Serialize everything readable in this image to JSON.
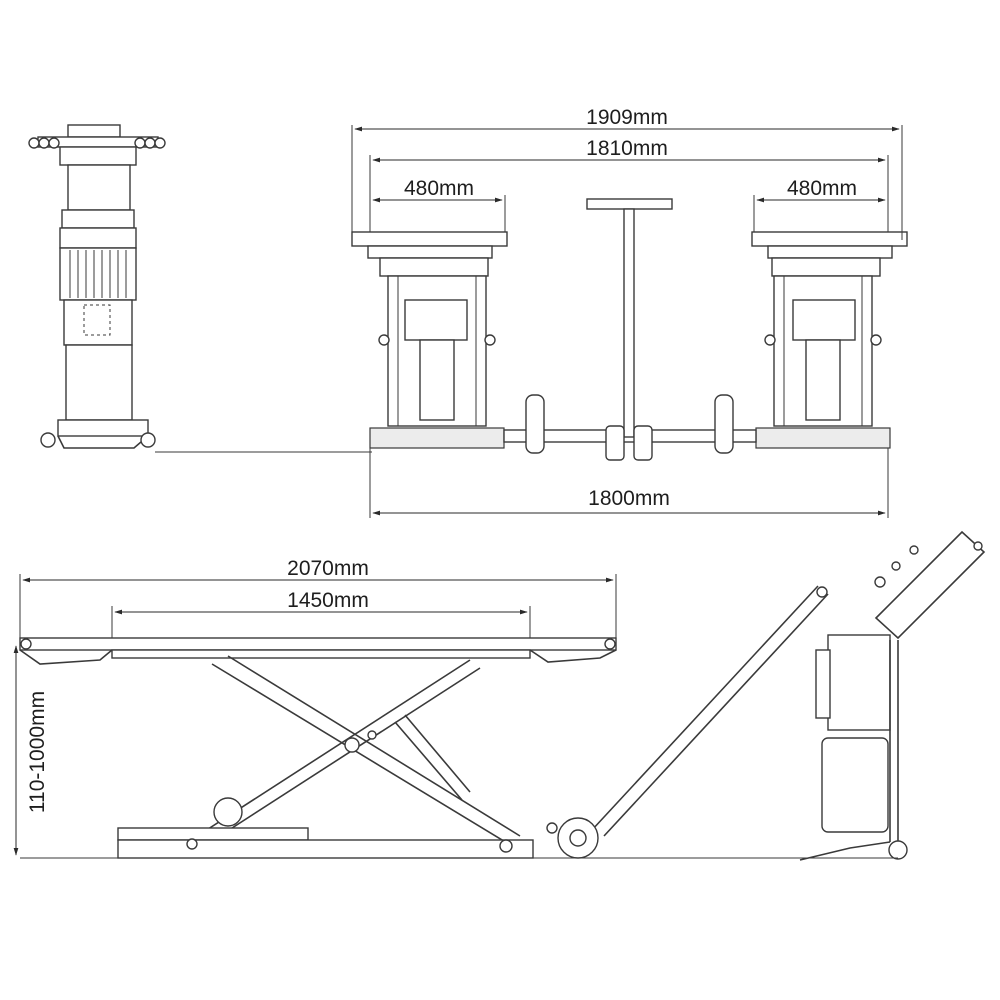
{
  "dimensions": {
    "width_overall": "1909mm",
    "width_inner": "1810mm",
    "platform_left": "480mm",
    "platform_right": "480mm",
    "base_width": "1800mm",
    "length_overall": "2070mm",
    "length_platform": "1450mm",
    "height_range": "110-1000mm"
  },
  "colors": {
    "line": "#3a3a3a",
    "dimension": "#2a2a2a",
    "background": "#ffffff"
  }
}
